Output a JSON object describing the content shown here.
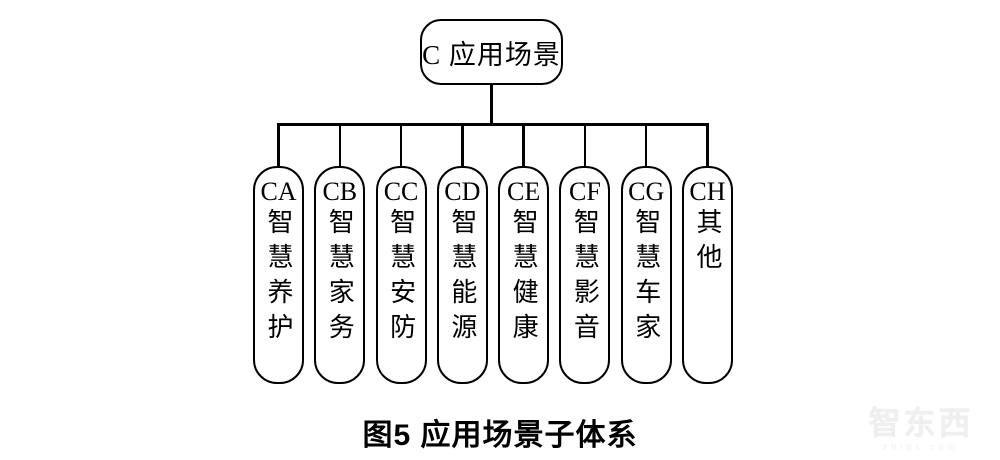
{
  "root": {
    "label": "C 应用场景"
  },
  "children": [
    {
      "code": "CA",
      "name": "智慧养护"
    },
    {
      "code": "CB",
      "name": "智慧家务"
    },
    {
      "code": "CC",
      "name": "智慧安防"
    },
    {
      "code": "CD",
      "name": "智慧能源"
    },
    {
      "code": "CE",
      "name": "智慧健康"
    },
    {
      "code": "CF",
      "name": "智慧影音"
    },
    {
      "code": "CG",
      "name": "智慧车家"
    },
    {
      "code": "CH",
      "name": "其他"
    }
  ],
  "caption": "图5 应用场景子体系",
  "watermark": {
    "logo": "智东西",
    "url": "zhidx.com"
  },
  "colors": {
    "line": "#000000",
    "background": "#ffffff",
    "watermark": "#efefef"
  }
}
